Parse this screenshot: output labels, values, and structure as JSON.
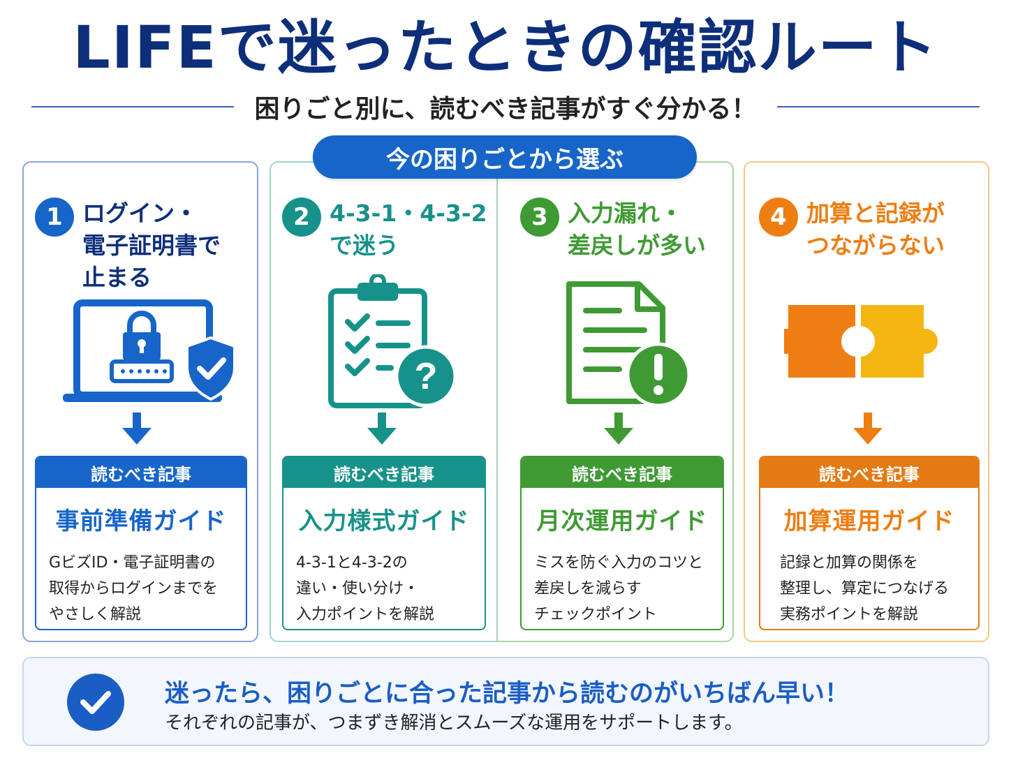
{
  "title": "LIFEで迷ったときの確認ルート",
  "subtitle": "困りごと別に、読むべき記事がすぐ分かる！",
  "selector_label": "今の困りごとから選ぶ",
  "colors": {
    "navy": "#0d2f7a",
    "blue": "#1765c9",
    "teal": "#17928a",
    "green": "#3f9a34",
    "orange": "#ee7d12"
  },
  "cards": [
    {
      "number": "1",
      "heading_lines": [
        "ログイン・",
        "電子証明書で",
        "止まる"
      ],
      "icon": "laptop-lock-shield-icon",
      "read_label": "読むべき記事",
      "guide_title": "事前準備ガイド",
      "description": "GビズID・電子証明書の\n取得からログインまでを\nやさしく解説"
    },
    {
      "number": "2",
      "heading_lines": [
        "4-3-1・4-3-2",
        "で迷う"
      ],
      "icon": "clipboard-checklist-question-icon",
      "read_label": "読むべき記事",
      "guide_title": "入力様式ガイド",
      "description": "4-3-1と4-3-2の\n違い・使い分け・\n入力ポイントを解説"
    },
    {
      "number": "3",
      "heading_lines": [
        "入力漏れ・",
        "差戻しが多い"
      ],
      "icon": "document-exclamation-icon",
      "read_label": "読むべき記事",
      "guide_title": "月次運用ガイド",
      "description": "ミスを防ぐ入力のコツと\n差戻しを減らす\nチェックポイント"
    },
    {
      "number": "4",
      "heading_lines": [
        "加算と記録が",
        "つながらない"
      ],
      "icon": "puzzle-pieces-icon",
      "read_label": "読むべき記事",
      "guide_title": "加算運用ガイド",
      "description": "記録と加算の関係を\n整理し、算定につなげる\n実務ポイントを解説"
    }
  ],
  "bottom": {
    "icon": "check-circle-icon",
    "main": "迷ったら、困りごとに合った記事から読むのがいちばん早い！",
    "sub": "それぞれの記事が、つまずき解消とスムーズな運用をサポートします。"
  }
}
